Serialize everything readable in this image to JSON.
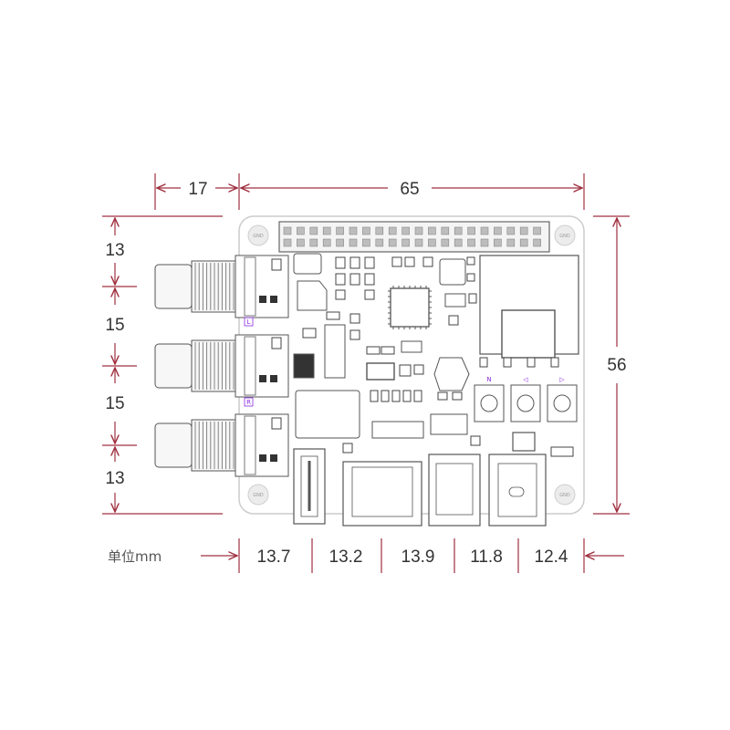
{
  "dimensions": {
    "top_left": "17",
    "top_width": "65",
    "height_total": "56",
    "left_segments": [
      "13",
      "15",
      "15",
      "13"
    ],
    "bottom_segments": [
      "13.7",
      "13.2",
      "13.9",
      "11.8",
      "12.4"
    ]
  },
  "unit_label": "单位mm",
  "board_labels": {
    "gnd": "GND",
    "channel_left": "L",
    "channel_right": "R",
    "button_1": "N",
    "button_2": "◁",
    "button_3": "▷"
  },
  "colors": {
    "dimension_line": "#a03040",
    "pcb_outline": "#cccccc",
    "component": "#555555",
    "label_accent": "#8a2be2"
  }
}
